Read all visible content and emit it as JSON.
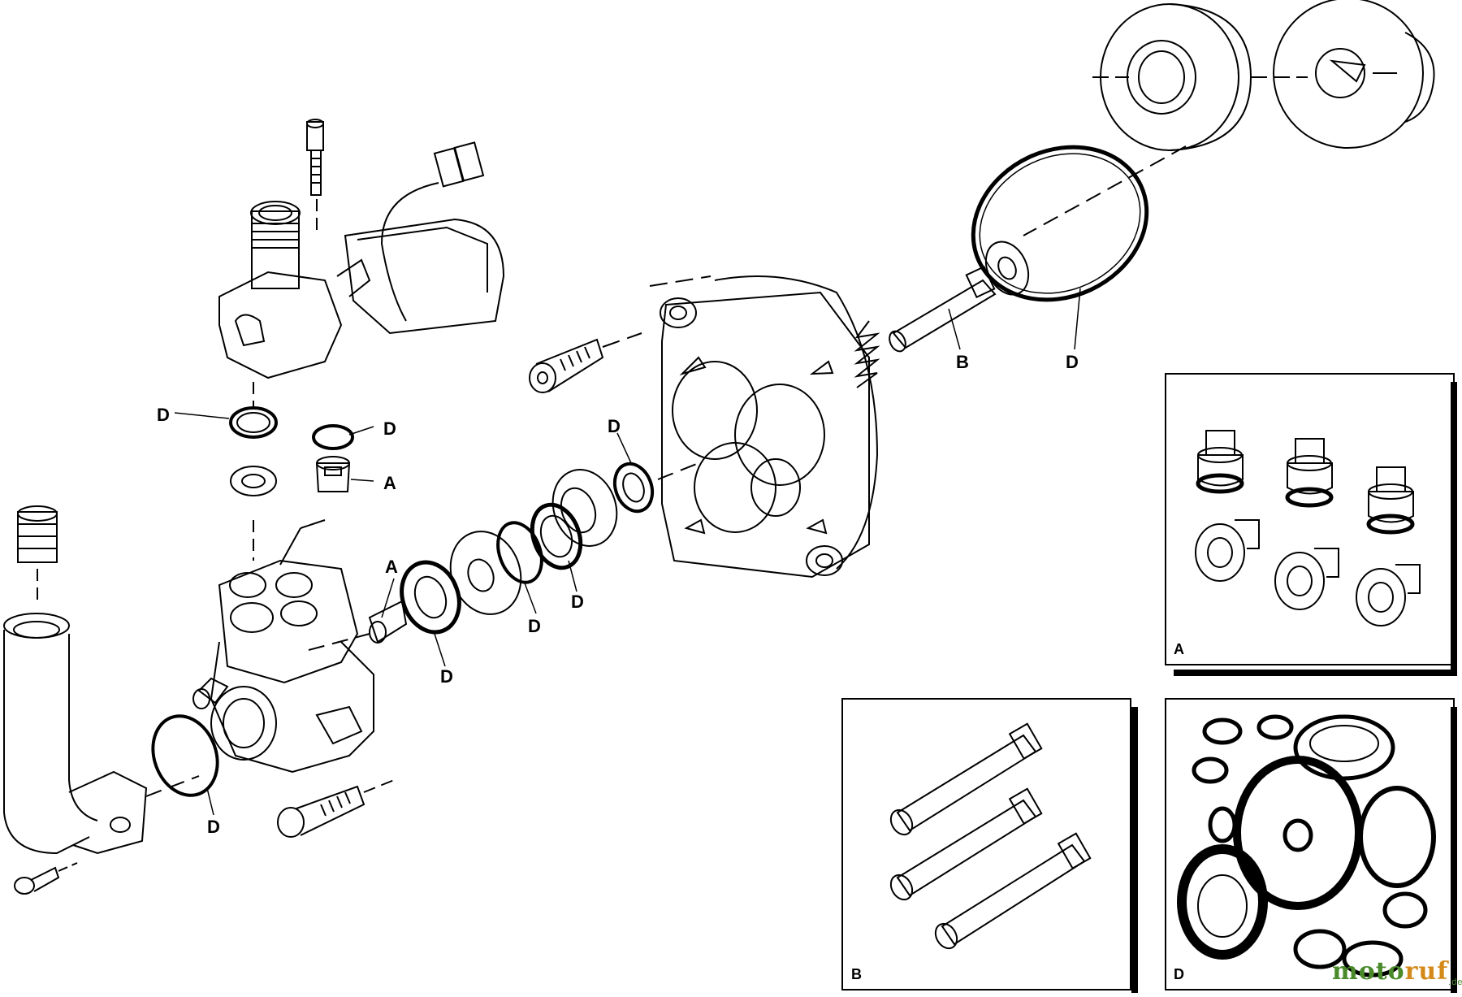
{
  "labels": {
    "A": "A",
    "B": "B",
    "D": "D"
  },
  "watermark": {
    "brand_part1": "moto",
    "brand_part2": "ruf",
    "tld": ".de"
  },
  "colors": {
    "line": "#000000",
    "background": "#ffffff",
    "watermark_green": "#4a8a2a",
    "watermark_orange": "#d48a1a"
  }
}
